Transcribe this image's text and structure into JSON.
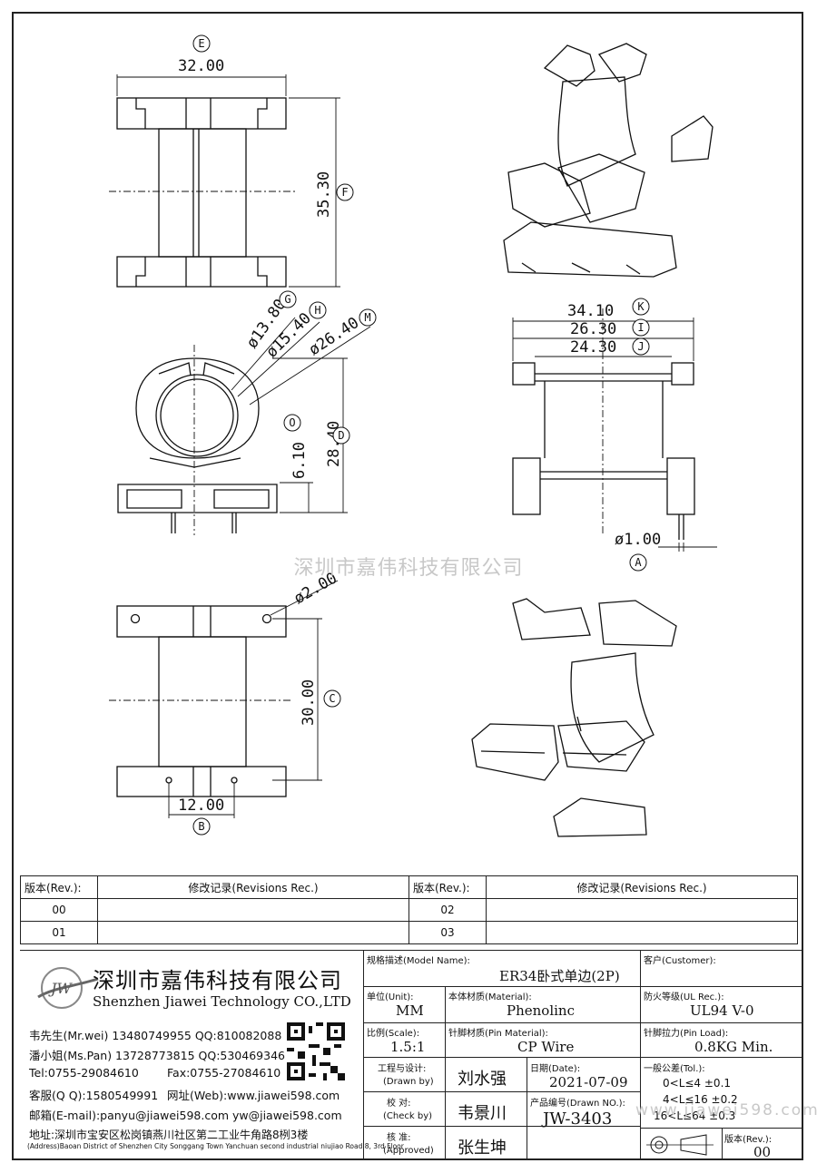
{
  "drawing": {
    "dims": {
      "E": "32.00",
      "F": "35.30",
      "G": "ø13.80",
      "H": "ø15.40",
      "M": "ø26.40",
      "O": "6.10",
      "D": "28.40",
      "K": "34.10",
      "I": "26.30",
      "J": "24.30",
      "A": "ø1.00",
      "pin_hole": "ø2.00",
      "C": "30.00",
      "B": "12.00"
    },
    "callouts": [
      "E",
      "F",
      "G",
      "H",
      "M",
      "O",
      "D",
      "K",
      "I",
      "J",
      "A",
      "C",
      "B"
    ],
    "watermark": "深圳市嘉伟科技有限公司"
  },
  "revisions": {
    "header_rev": "版本(Rev.):",
    "header_rec": "修改记录(Revisions Rec.)",
    "rows": [
      [
        "00",
        "02"
      ],
      [
        "01",
        "03"
      ]
    ]
  },
  "company": {
    "logo_text": "JW",
    "name_cn": "深圳市嘉伟科技有限公司",
    "name_en": "Shenzhen Jiawei Technology CO.,LTD",
    "contact1": "韦先生(Mr.wei) 13480749955 QQ:810082088",
    "contact2": "潘小姐(Ms.Pan) 13728773815 QQ:530469346",
    "tel": "Tel:0755-29084610",
    "fax": "Fax:0755-27084610",
    "qq": "客服(Q Q):1580549991",
    "web": "网址(Web):www.jiawei598.com",
    "email": "邮箱(E-mail):panyu@jiawei598.com  yw@jiawei598.com",
    "address": "地址:深圳市宝安区松岗镇燕川社区第二工业牛角路8栵3楼",
    "address_en": "(Address)Baoan District of Shenzhen City Songgang Town Yanchuan  second industrial niujiao Road 8, 3rd Floor"
  },
  "title_block": {
    "model_label": "规格描述(Model Name):",
    "model": "ER34卧式单边(2P)",
    "customer_label": "客户(Customer):",
    "unit_label": "单位(Unit):",
    "unit": "MM",
    "material_label": "本体材质(Material):",
    "material": "Phenolinc",
    "ul_label": "防火等级(UL Rec.):",
    "ul": "UL94 V-0",
    "scale_label": "比例(Scale):",
    "scale": "1.5:1",
    "pin_material_label": "针脚材质(Pin Material):",
    "pin_material": "CP Wire",
    "pin_load_label": "针脚拉力(Pin Load):",
    "pin_load": "0.8KG Min.",
    "drawn_label": "工程与设计:",
    "drawn_label_en": "(Drawn by)",
    "drawn": "刘水强",
    "date_label": "日期(Date):",
    "date": "2021-07-09",
    "check_label": "校  对:",
    "check_label_en": "(Check by)",
    "check": "韦景川",
    "drawn_no_label": "产品编号(Drawn NO.):",
    "drawn_no": "JW-3403",
    "approve_label": "核  准:",
    "approve_label_en": "(Approved)",
    "approve": "张生坤",
    "tol_label": "一般公差(Tol.):",
    "tol1": "0<L≤4    ±0.1",
    "tol2": "4<L≤16   ±0.2",
    "tol3": "16<L≤64  ±0.3",
    "rev_label": "版本(Rev.):",
    "rev": "00",
    "site": "www.jiawei598.com"
  }
}
